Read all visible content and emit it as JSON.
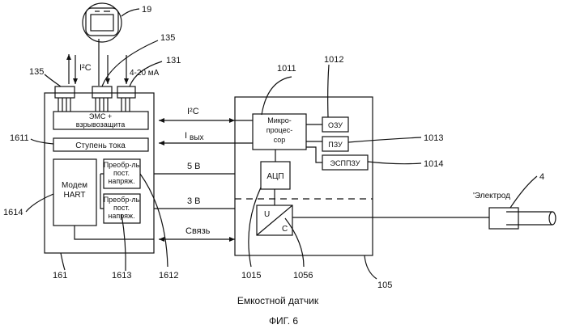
{
  "figure": {
    "caption": "Емкостной датчик",
    "fig_label": "ФИГ. 6"
  },
  "left_unit": {
    "emc_line1": "ЭМС +",
    "emc_line2": "взрывозащита",
    "current_stage": "Ступень тока",
    "modem_line1": "Модем",
    "modem_line2": "HART",
    "conv_line1": "Преобр-ль",
    "conv_line2": "пост.",
    "conv_line3": "напряж."
  },
  "right_unit": {
    "micro_line1": "Микро-",
    "micro_line2": "процес-",
    "micro_line3": "сор",
    "ram": "ОЗУ",
    "rom": "ПЗУ",
    "eeprom": "ЭСППЗУ",
    "adc": "АЦП",
    "cv_u": "U",
    "cv_c": "C"
  },
  "top_signals": {
    "i2c": "I²C",
    "ma": "4-20 мА"
  },
  "signals": {
    "i2c": "I²C",
    "iout_main": "I",
    "iout_sub": "вых",
    "v5": "5 В",
    "v3": "3 В",
    "link": "Связь"
  },
  "electrode_label": "'Электрод",
  "refs": {
    "r19": "19",
    "r135a": "135",
    "r135b": "135",
    "r131": "131",
    "r1011": "1011",
    "r1012": "1012",
    "r1611": "1611",
    "r1013": "1013",
    "r1014": "1014",
    "r4": "4",
    "r1614": "1614",
    "r161": "161",
    "r1613": "1613",
    "r1612": "1612",
    "r1015": "1015",
    "r1056": "1056",
    "r105": "105"
  }
}
